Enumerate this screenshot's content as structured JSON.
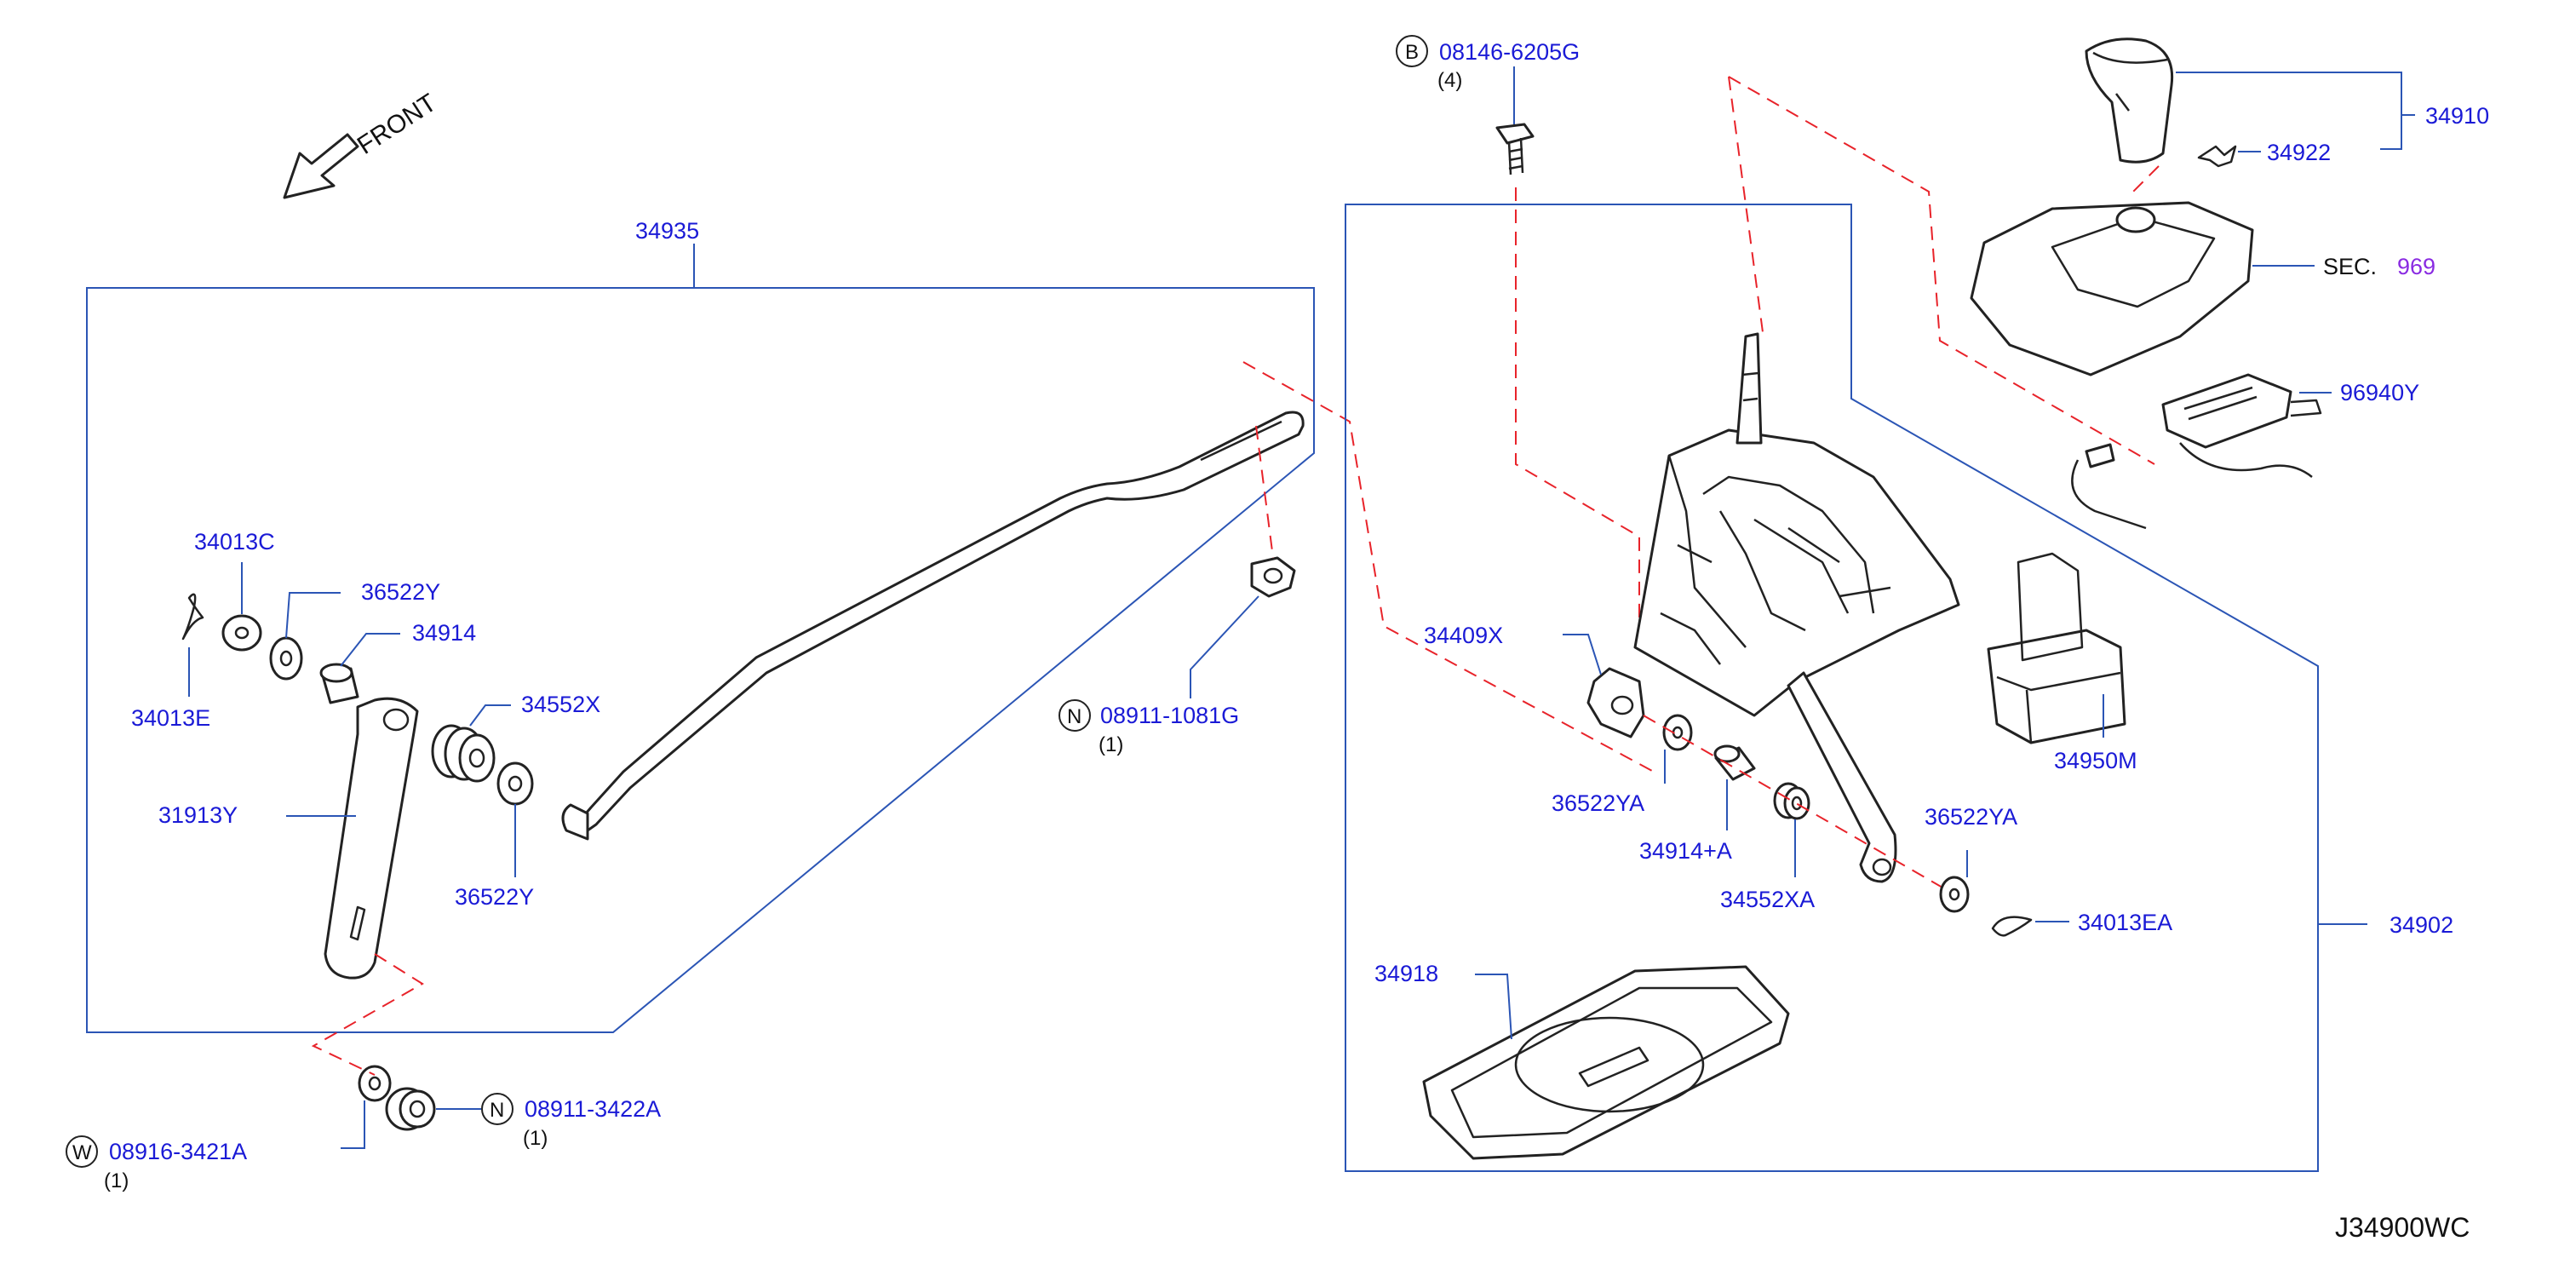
{
  "diagram": {
    "front_label": "FRONT",
    "drawing_code": "J34900WC",
    "labels": {
      "p34935": "34935",
      "p34013C": "34013C",
      "p36522Y_a": "36522Y",
      "p34914": "34914",
      "p34013E": "34013E",
      "p34552X": "34552X",
      "p31913Y": "31913Y",
      "p36522Y_b": "36522Y",
      "p08911_1081G": "08911-1081G",
      "p08911_1081G_qty": "(1)",
      "p08911_3422A": "08911-3422A",
      "p08911_3422A_qty": "(1)",
      "p08916_3421A": "08916-3421A",
      "p08916_3421A_qty": "(1)",
      "p08146_6205G": "08146-6205G",
      "p08146_6205G_qty": "(4)",
      "p34910": "34910",
      "p34922": "34922",
      "sec_prefix": "SEC.",
      "sec_value": "969",
      "p96940Y": "96940Y",
      "p34409X": "34409X",
      "p34950M": "34950M",
      "p36522YA_a": "36522YA",
      "p34914A": "34914+A",
      "p34552XA": "34552XA",
      "p36522YA_b": "36522YA",
      "p34013EA": "34013EA",
      "p34902": "34902",
      "p34918": "34918"
    },
    "circle_letters": {
      "n1": "N",
      "n2": "N",
      "w": "W",
      "b": "B"
    }
  }
}
